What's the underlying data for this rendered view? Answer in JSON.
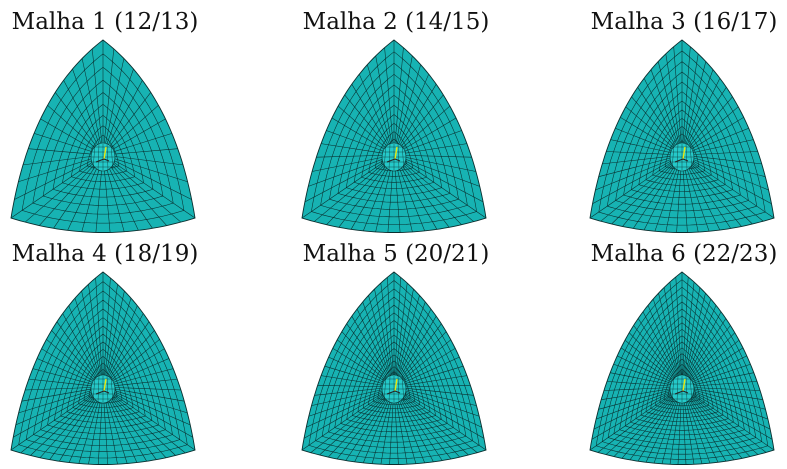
{
  "meshes": [
    {
      "label": "Malha 1 (12/13)",
      "radial": 12,
      "circumferential": 13
    },
    {
      "label": "Malha 2 (14/15)",
      "radial": 14,
      "circumferential": 15
    },
    {
      "label": "Malha 3 (16/17)",
      "radial": 16,
      "circumferential": 17
    },
    {
      "label": "Malha 4 (18/19)",
      "radial": 18,
      "circumferential": 19
    },
    {
      "label": "Malha 5 (20/21)",
      "radial": 20,
      "circumferential": 21
    },
    {
      "label": "Malha 6 (22/23)",
      "radial": 22,
      "circumferential": 23
    }
  ],
  "colors": {
    "fill": "#17b3b3",
    "line": "#0a2f2f",
    "core": "#25c9c9",
    "axis_y": "#e8e810",
    "axis_x": "#222222"
  }
}
